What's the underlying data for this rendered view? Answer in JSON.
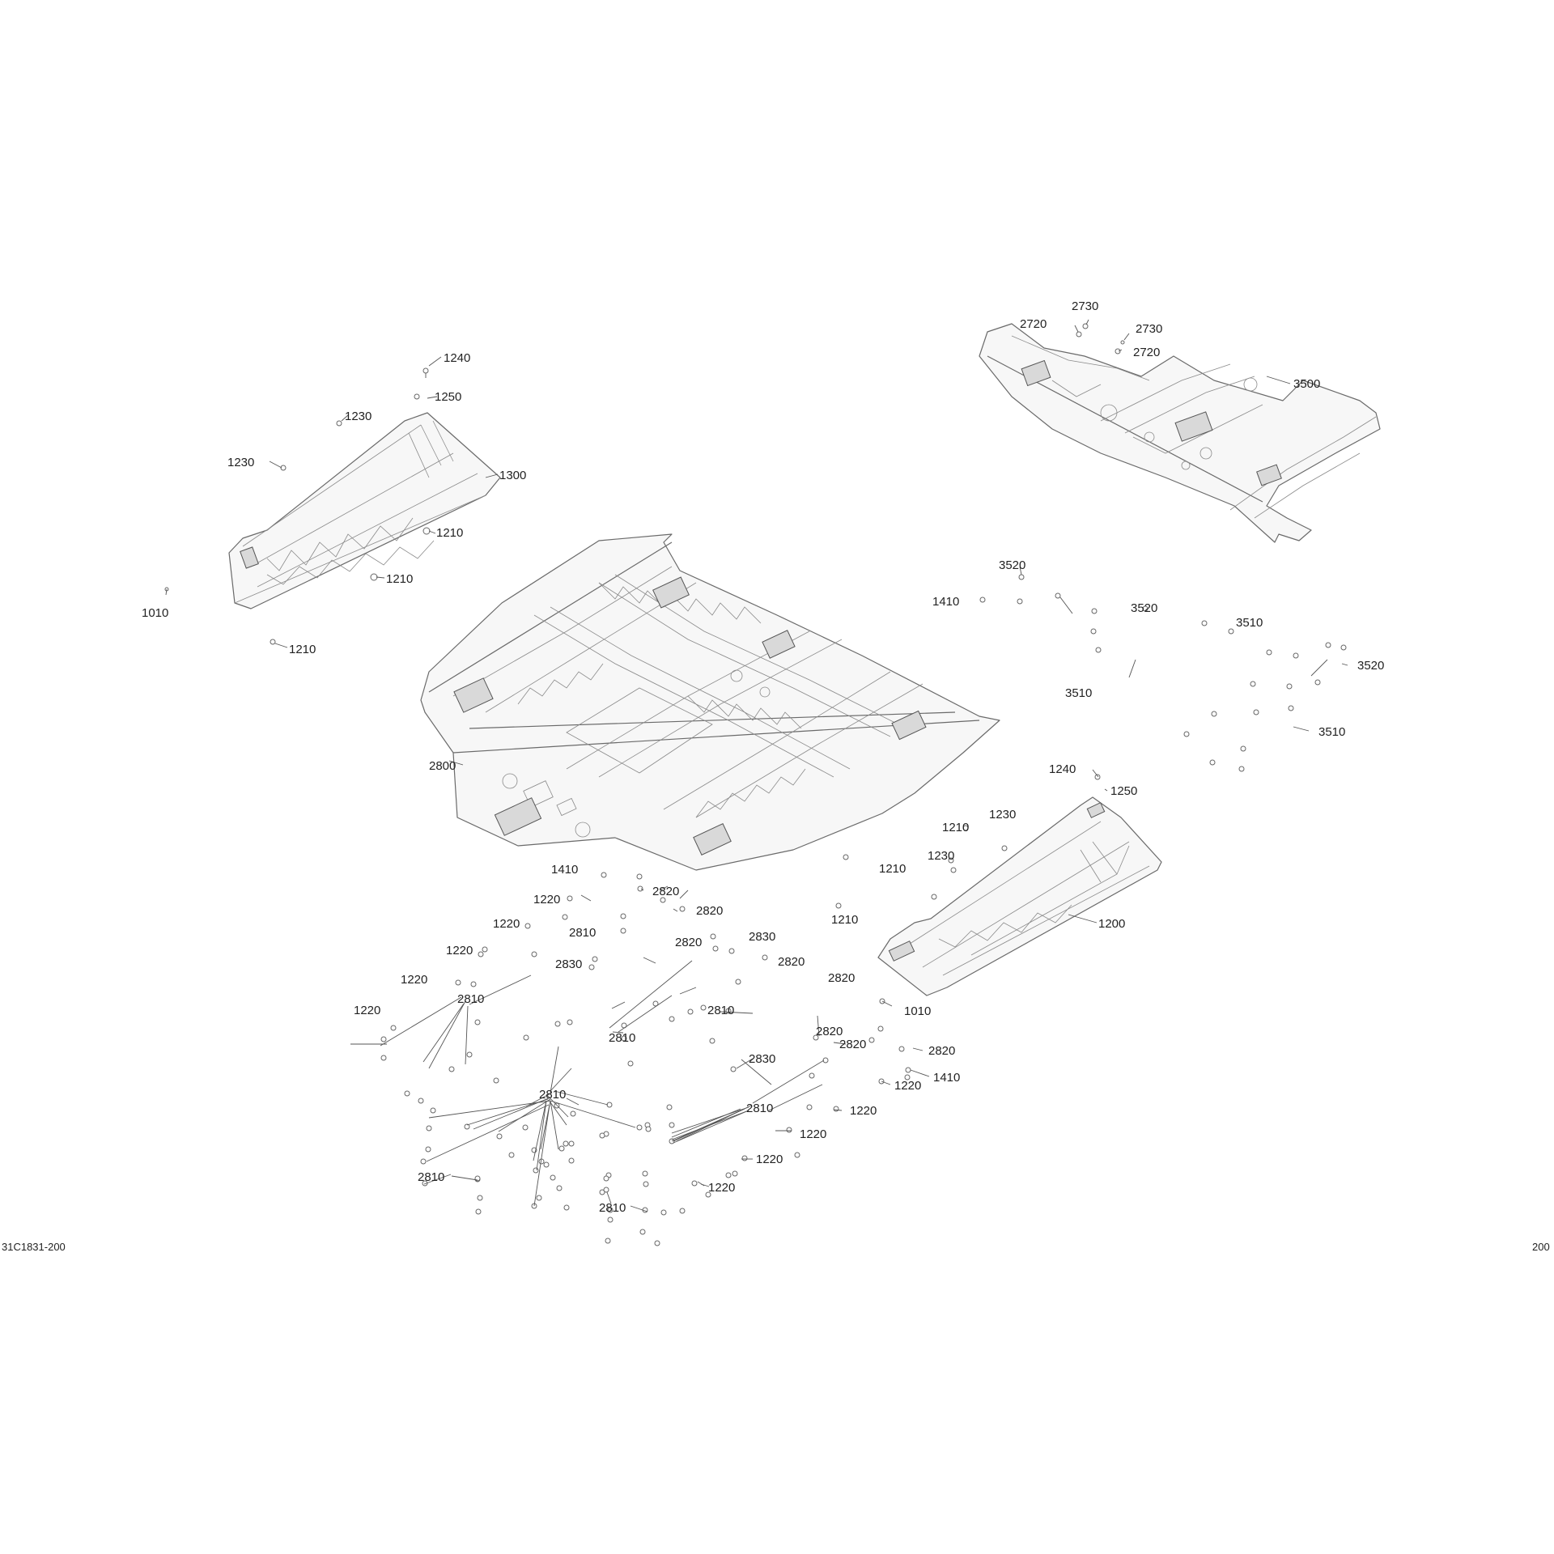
{
  "parts": {
    "side_panel_left": "1300",
    "side_panel_right": "1200",
    "main_floor": "2800",
    "rear_floor": "3500"
  },
  "callouts": [
    {
      "id": "c1240a",
      "text": "1240"
    },
    {
      "id": "c1250a",
      "text": "1250"
    },
    {
      "id": "c1230a",
      "text": "1230"
    },
    {
      "id": "c1230b",
      "text": "1230"
    },
    {
      "id": "c1300",
      "text": "1300"
    },
    {
      "id": "c1210a",
      "text": "1210"
    },
    {
      "id": "c1210b",
      "text": "1210"
    },
    {
      "id": "c1010a",
      "text": "1010"
    },
    {
      "id": "c1210c",
      "text": "1210"
    },
    {
      "id": "c2730a",
      "text": "2730"
    },
    {
      "id": "c2720a",
      "text": "2720"
    },
    {
      "id": "c2730b",
      "text": "2730"
    },
    {
      "id": "c2720b",
      "text": "2720"
    },
    {
      "id": "c3500",
      "text": "3500"
    },
    {
      "id": "c3520a",
      "text": "3520"
    },
    {
      "id": "c1410a",
      "text": "1410"
    },
    {
      "id": "c3520b",
      "text": "3520"
    },
    {
      "id": "c3510a",
      "text": "3510"
    },
    {
      "id": "c3520c",
      "text": "3520"
    },
    {
      "id": "c3510b",
      "text": "3510"
    },
    {
      "id": "c3510c",
      "text": "3510"
    },
    {
      "id": "c2800",
      "text": "2800"
    },
    {
      "id": "c1240b",
      "text": "1240"
    },
    {
      "id": "c1250b",
      "text": "1250"
    },
    {
      "id": "c1230c",
      "text": "1230"
    },
    {
      "id": "c1210d",
      "text": "1210"
    },
    {
      "id": "c1230d",
      "text": "1230"
    },
    {
      "id": "c1210e",
      "text": "1210"
    },
    {
      "id": "c1200",
      "text": "1200"
    },
    {
      "id": "c1210f",
      "text": "1210"
    },
    {
      "id": "c1410b",
      "text": "1410"
    },
    {
      "id": "c1220a",
      "text": "1220"
    },
    {
      "id": "c2820a",
      "text": "2820"
    },
    {
      "id": "c1220b",
      "text": "1220"
    },
    {
      "id": "c2820b",
      "text": "2820"
    },
    {
      "id": "c2810a",
      "text": "2810"
    },
    {
      "id": "c2820c",
      "text": "2820"
    },
    {
      "id": "c2830a",
      "text": "2830"
    },
    {
      "id": "c1220c",
      "text": "1220"
    },
    {
      "id": "c2830b",
      "text": "2830"
    },
    {
      "id": "c2820d",
      "text": "2820"
    },
    {
      "id": "c1220d",
      "text": "1220"
    },
    {
      "id": "c2810b",
      "text": "2810"
    },
    {
      "id": "c2820e",
      "text": "2820"
    },
    {
      "id": "c1220e",
      "text": "1220"
    },
    {
      "id": "c2810c",
      "text": "2810"
    },
    {
      "id": "c1010b",
      "text": "1010"
    },
    {
      "id": "c2810d",
      "text": "2810"
    },
    {
      "id": "c2820f",
      "text": "2820"
    },
    {
      "id": "c2820g",
      "text": "2820"
    },
    {
      "id": "c2820h",
      "text": "2820"
    },
    {
      "id": "c2830c",
      "text": "2830"
    },
    {
      "id": "c1410c",
      "text": "1410"
    },
    {
      "id": "c1220f",
      "text": "1220"
    },
    {
      "id": "c2810e",
      "text": "2810"
    },
    {
      "id": "c2810f",
      "text": "2810"
    },
    {
      "id": "c1220g",
      "text": "1220"
    },
    {
      "id": "c1220h",
      "text": "1220"
    },
    {
      "id": "c1220i",
      "text": "1220"
    },
    {
      "id": "c2810g",
      "text": "2810"
    },
    {
      "id": "c1220j",
      "text": "1220"
    },
    {
      "id": "c2810h",
      "text": "2810"
    }
  ],
  "footer": {
    "drawing_code": "31C1831-200",
    "page_code": "200"
  }
}
